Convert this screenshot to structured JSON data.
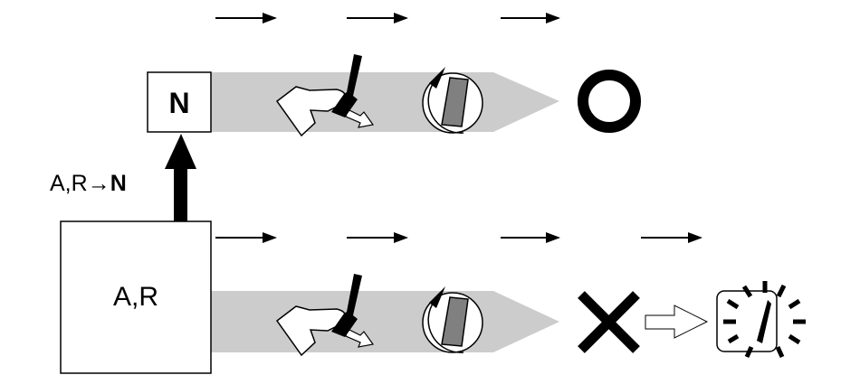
{
  "top_box_label": "N",
  "bottom_box_label": "A,R",
  "transition_label": {
    "prefix": "A,R",
    "arrow": "→",
    "target": "N"
  },
  "outcome_top": "success-circle-icon",
  "outcome_bottom": "fail-cross-icon",
  "final_icon": "alarm-clock-icon",
  "colors": {
    "band": "#cccccc",
    "ink": "#000000",
    "tile": "#808080"
  }
}
